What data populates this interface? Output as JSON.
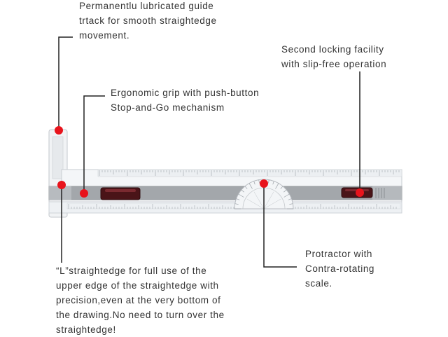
{
  "colors": {
    "marker": "#e8141c",
    "leader_line": "#222222",
    "text": "#333333",
    "ruler_body": "#f4f6f8",
    "ruler_edge": "#c9cdd2",
    "grey_band": "#9ea2a6",
    "grip_dark": "#4a1418"
  },
  "callouts": {
    "guide_track": {
      "lines": [
        "Permanentlu lubricated guide",
        "trtack for smooth straightedge",
        "movement."
      ]
    },
    "second_lock": {
      "lines": [
        "Second locking facility",
        "with slip-free operation"
      ]
    },
    "ergonomic_grip": {
      "lines": [
        "Ergonomic grip with push-button",
        "Stop-and-Go mechanism"
      ]
    },
    "l_straightedge": {
      "lines": [
        "“L”straightedge for full use of the",
        "upper edge of the straightedge with",
        "precision,even at the very bottom of",
        "the drawing.No need to turn over the",
        "straightedge!"
      ]
    },
    "protractor": {
      "lines": [
        "Protractor with",
        "Contra-rotating",
        "scale."
      ]
    }
  }
}
